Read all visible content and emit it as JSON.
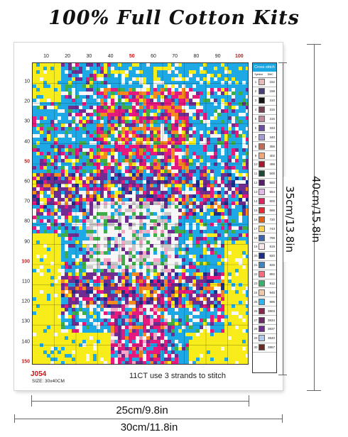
{
  "banner": "100% Full Cotton Kits",
  "ruler": {
    "top": [
      "10",
      "20",
      "30",
      "40",
      "50",
      "60",
      "70",
      "80",
      "90",
      "100"
    ],
    "left": [
      "10",
      "20",
      "30",
      "40",
      "50",
      "60",
      "70",
      "80",
      "90",
      "100",
      "110",
      "120",
      "130",
      "140",
      "150"
    ],
    "highlighted": [
      "50",
      "100",
      "150"
    ]
  },
  "legend": {
    "title": "Cross stitch",
    "headers": [
      "Symbol",
      "DMC"
    ],
    "rows": [
      {
        "num": "1",
        "dmc": "152",
        "color": "#e8b9b5"
      },
      {
        "num": "2",
        "dmc": "158",
        "color": "#44407a"
      },
      {
        "num": "3",
        "dmc": "310",
        "color": "#151515"
      },
      {
        "num": "4",
        "dmc": "315",
        "color": "#7b3e55"
      },
      {
        "num": "5",
        "dmc": "316",
        "color": "#c2889b"
      },
      {
        "num": "6",
        "dmc": "333",
        "color": "#6a4ea3"
      },
      {
        "num": "7",
        "dmc": "340",
        "color": "#a39bd9"
      },
      {
        "num": "8",
        "dmc": "356",
        "color": "#c56b55"
      },
      {
        "num": "9",
        "dmc": "402",
        "color": "#f2a677"
      },
      {
        "num": "10",
        "dmc": "498",
        "color": "#a8162f"
      },
      {
        "num": "11",
        "dmc": "500",
        "color": "#1d4a35"
      },
      {
        "num": "12",
        "dmc": "550",
        "color": "#5a1a6f"
      },
      {
        "num": "13",
        "dmc": "554",
        "color": "#e2b6e8"
      },
      {
        "num": "14",
        "dmc": "600",
        "color": "#e0235e"
      },
      {
        "num": "15",
        "dmc": "666",
        "color": "#e8282f"
      },
      {
        "num": "16",
        "dmc": "720",
        "color": "#e55c14"
      },
      {
        "num": "17",
        "dmc": "743",
        "color": "#fcd24a"
      },
      {
        "num": "18",
        "dmc": "798",
        "color": "#3a63b0"
      },
      {
        "num": "19",
        "dmc": "819",
        "color": "#fde6ea"
      },
      {
        "num": "20",
        "dmc": "820",
        "color": "#1c2e8a"
      },
      {
        "num": "21",
        "dmc": "826",
        "color": "#3f85c1"
      },
      {
        "num": "22",
        "dmc": "892",
        "color": "#fa6a7c"
      },
      {
        "num": "23",
        "dmc": "912",
        "color": "#35b26b"
      },
      {
        "num": "24",
        "dmc": "945",
        "color": "#f4c7a8"
      },
      {
        "num": "25",
        "dmc": "996",
        "color": "#29b6f2"
      },
      {
        "num": "26",
        "dmc": "3803",
        "color": "#8a2451"
      },
      {
        "num": "27",
        "dmc": "3834",
        "color": "#6e2a66"
      },
      {
        "num": "28",
        "dmc": "3837",
        "color": "#702c92"
      },
      {
        "num": "29",
        "dmc": "3840",
        "color": "#aecaf1"
      },
      {
        "num": "30",
        "dmc": "3857",
        "color": "#6b2b22"
      }
    ]
  },
  "pattern": {
    "code": "J054",
    "size": "SIZE:  30x40CM",
    "note": "11CT use 3 strands to stitch",
    "palette": {
      "yellow": "#f9ec1b",
      "sky_blue": "#1ea9e6",
      "magenta": "#e6197f",
      "orange": "#f58a1f",
      "purple": "#6f2c91",
      "green": "#3fae49",
      "white": "#f7f7f7",
      "navy": "#1b2f8e",
      "pink": "#f6a6c4",
      "gray": "#c9c9c9"
    }
  },
  "dimensions": {
    "height_outer": "40cm/15.8in",
    "height_inner": "35cm/13.8in",
    "width_inner": "25cm/9.8in",
    "width_outer": "30cm/11.8in"
  }
}
